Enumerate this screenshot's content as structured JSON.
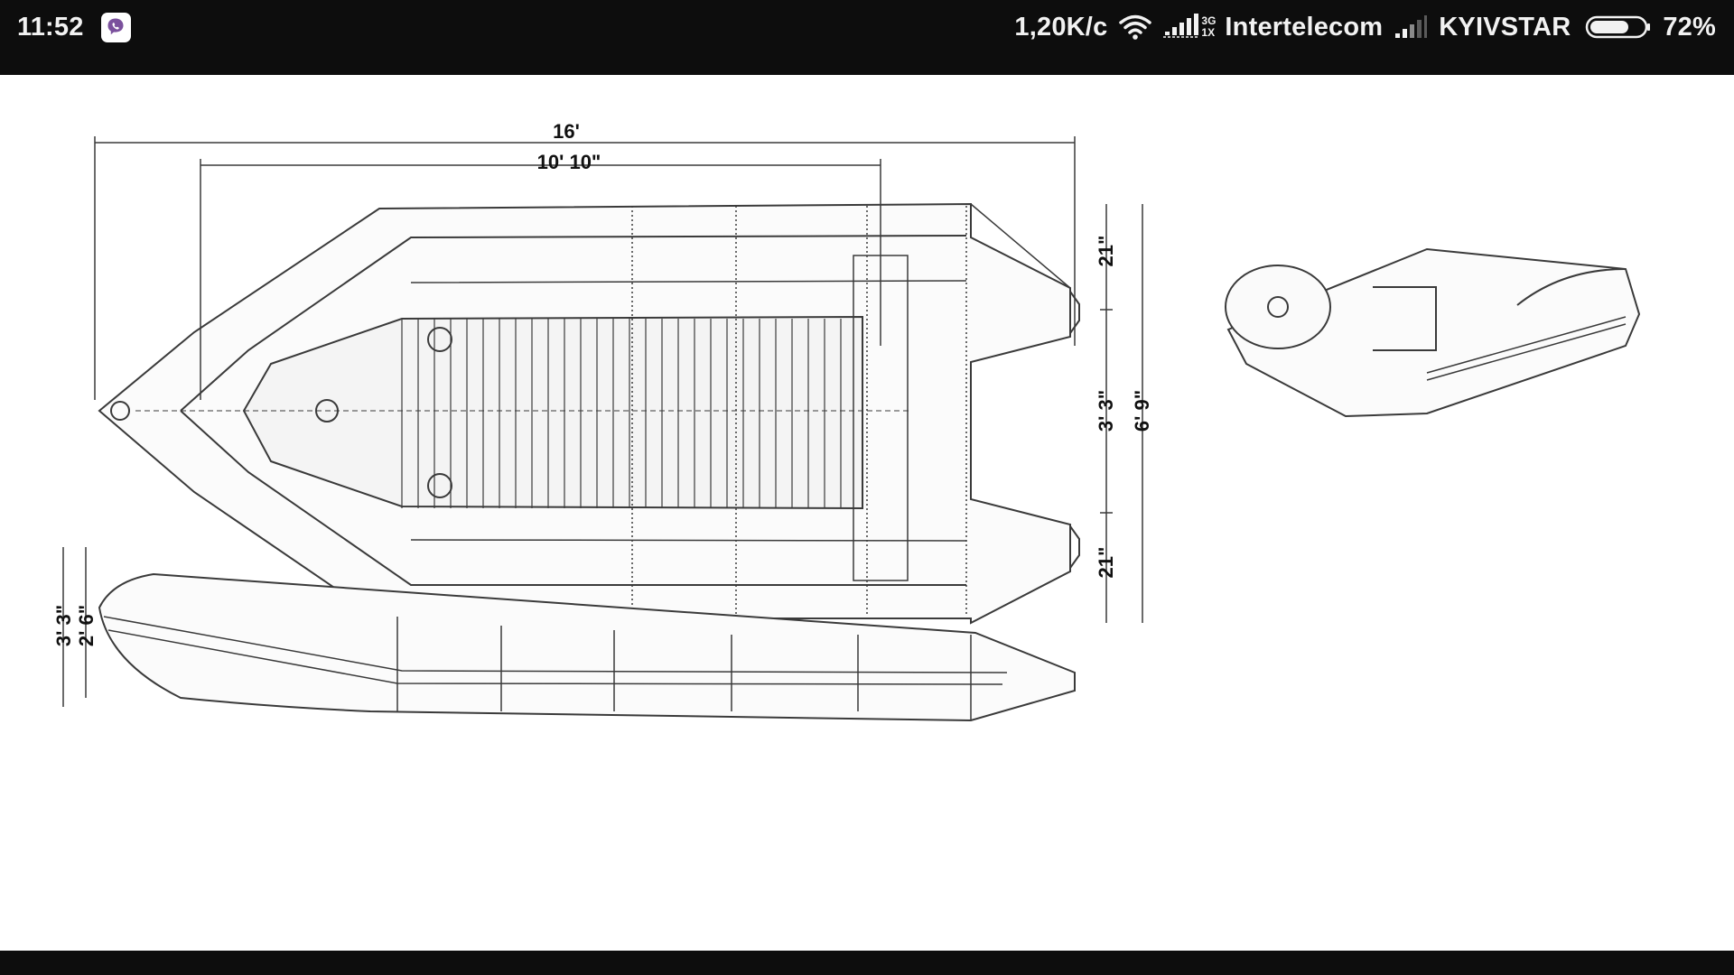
{
  "status_bar": {
    "time": "11:52",
    "app_icon": "viber-icon",
    "speed": "1,20K/c",
    "wifi_icon": "wifi-icon",
    "signal1_icon": "signal-bars-icon",
    "network_type_top": "3G",
    "network_type_bottom": "1X",
    "carrier1": "Intertelecom",
    "signal2_icon": "signal-bars-icon",
    "carrier2": "KYIVSTAR",
    "battery_icon": "battery-icon",
    "battery_percent": "72%",
    "battery_level": 0.72
  },
  "image": {
    "description_labels": {
      "overall_length": "16'",
      "inner_length": "10' 10\"",
      "tube_top": "21\"",
      "inner_width": "3' 3\"",
      "overall_width": "6' 9\"",
      "tube_bottom": "21\"",
      "side_height_outer": "3' 3\"",
      "side_height_inner": "2' 6\""
    }
  },
  "colors": {
    "status_bar_bg": "#0d0d0d",
    "status_text": "#f2f2f2",
    "viewer_bg": "#ffffff",
    "line": "#3a3a3a",
    "viber_purple": "#7b519d"
  }
}
